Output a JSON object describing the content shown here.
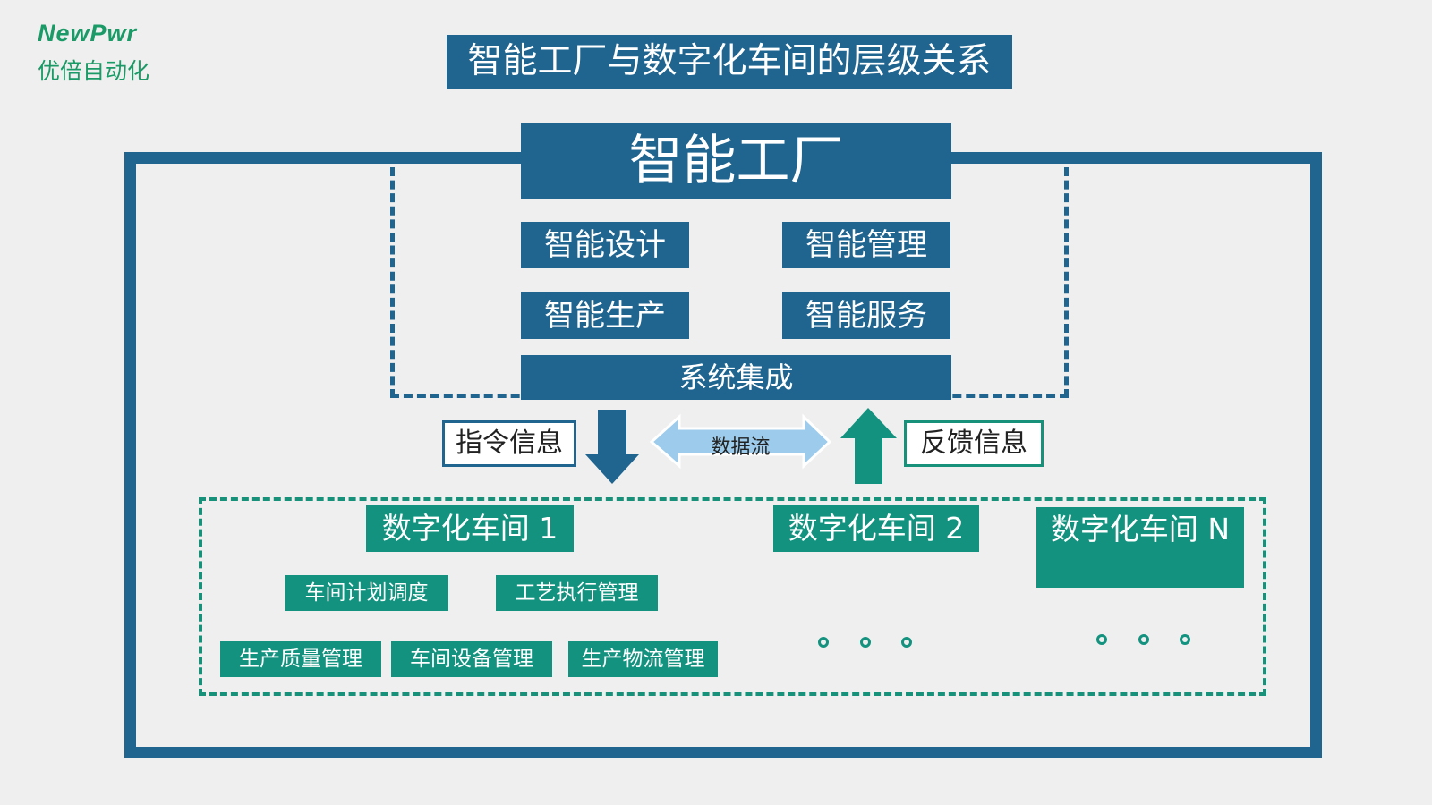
{
  "logo": {
    "brand": "NewPwr",
    "name_cn": "优倍自动化"
  },
  "title": "智能工厂与数字化车间的层级关系",
  "factory": {
    "header": "智能工厂",
    "functions": [
      "智能设计",
      "智能管理",
      "智能生产",
      "智能服务"
    ],
    "integration": "系统集成"
  },
  "flows": {
    "command": "指令信息",
    "data": "数据流",
    "feedback": "反馈信息"
  },
  "workshops": {
    "ws1": "数字化车间  1",
    "ws2": "数字化车间  2",
    "wsn": "数字化车间 N",
    "modules": [
      "车间计划调度",
      "工艺执行管理",
      "生产质量管理",
      "车间设备管理",
      "生产物流管理"
    ]
  },
  "colors": {
    "blue": "#1f6590",
    "teal": "#13937f",
    "brand_green": "#1a9a66",
    "light_blue_arrow": "#9ccbec",
    "background": "#efefef"
  }
}
